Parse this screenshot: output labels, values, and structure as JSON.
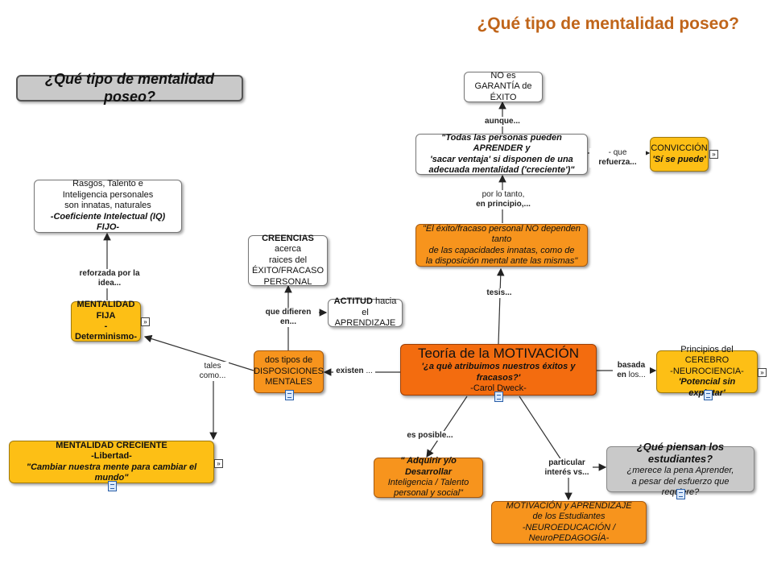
{
  "slide_title": "¿Qué tipo de mentalidad poseo?",
  "nodes": {
    "header": "¿Qué tipo de mentalidad poseo?",
    "no_es": {
      "l1": "NO es",
      "l2": "GARANTÍA de ÉXITO"
    },
    "todas": {
      "l1": "\"Todas las personas pueden APRENDER y",
      "l2": "'sacar ventaja' si disponen de una",
      "l3": "adecuada mentalidad ('creciente')\""
    },
    "conviccion": {
      "l1": "CONVICCIÓN",
      "l2": "'Sí se puede'"
    },
    "rasgos": {
      "l1": "Rasgos, Talento e",
      "l2": "Inteligencia personales",
      "l3": "son innatas, naturales",
      "l4": "-Coeficiente Intelectual (IQ) FIJO-"
    },
    "exito": {
      "l1": "\"El éxito/fracaso personal NO dependen tanto",
      "l2": "de las capacidades innatas, como de",
      "l3": "la disposición mental ante las mismas\""
    },
    "creencias": {
      "l1a": "CREENCIAS",
      "l1b": " acerca",
      "l2": "raices del",
      "l3": "ÉXITO/FRACASO",
      "l4": "PERSONAL"
    },
    "fija": {
      "l1": "MENTALIDAD",
      "l2": "FIJA",
      "l3": "-Determinismo-"
    },
    "actitud": {
      "l1a": "ACTITUD",
      "l1b": " hacia el",
      "l2": "APRENDIZAJE"
    },
    "disposiciones": {
      "l1": "dos tipos de",
      "l2": "DISPOSICIONES",
      "l3": "MENTALES"
    },
    "motivacion": {
      "l1": "Teoría de la MOTIVACIÓN",
      "l2": "'¿a què atribuimos nuestros éxitos y fracasos?'",
      "l3": "-Carol Dweck-"
    },
    "cerebro": {
      "l1": "Principios del CEREBRO",
      "l2": "-NEUROCIENCIA-",
      "l3": "'Potencial sin explotar'"
    },
    "creciente": {
      "l1": "MENTALIDAD  CRECIENTE",
      "l2": "-Libertad-",
      "l3": "\"Cambiar nuestra mente para cambiar el mundo\""
    },
    "adquirir": {
      "l1": "\" Adquirir y/o Desarrollar",
      "l2": "Inteligencia / Talento",
      "l3": "personal y social\""
    },
    "estudiantes": {
      "l1": "¿Qué piensan los estudiantes?",
      "l2": "¿merece la pena Aprender,",
      "l3": "a pesar del esfuerzo que requiere?"
    },
    "motiv_apr": {
      "l1": "MOTIVACIÓN y APRENDIZAJE",
      "l2": "de los Estudiantes",
      "l3": "-NEUROEDUCACIÓN / NeuroPEDAGOGÍA-"
    }
  },
  "links": {
    "aunque": "aunque...",
    "que_refuerza_a": "- que ",
    "que_refuerza_b": "refuerza...",
    "por_lo_tanto_1": "por lo tanto,",
    "por_lo_tanto_2": "en principio,...",
    "tesis": "tesis...",
    "reforzada_1": "reforzada por la",
    "reforzada_2": "idea...",
    "difieren": "que difieren en...",
    "tales_1": "tales",
    "tales_2": "como...",
    "existen_a": "existen",
    "existen_b": " ...",
    "basada_1a": "basada",
    "basada_2a": "en",
    "basada_2b": " los...",
    "es_posible": "es posible...",
    "particular_1": "particular",
    "particular_2": "interés vs..."
  },
  "colors": {
    "main": "#f36c0f",
    "orange": "#f7941d",
    "yellow": "#fdbf15",
    "gray": "#c9c9c9",
    "title": "#c0651a"
  }
}
